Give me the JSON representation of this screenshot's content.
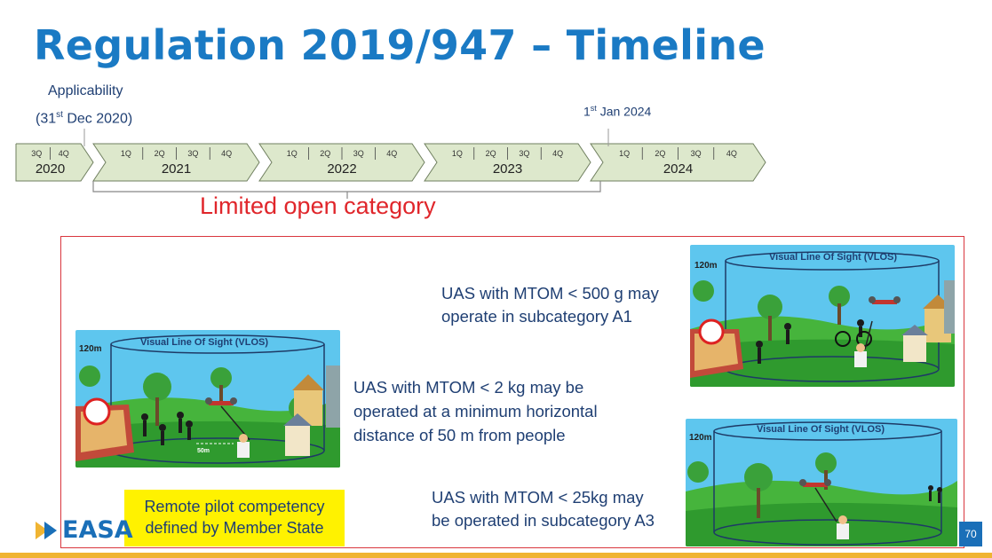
{
  "title": "Regulation 2019/947 – Timeline",
  "annotations": {
    "applicability_line1": "Applicability",
    "applicability_line2_pre": "(31",
    "applicability_line2_sup": "st",
    "applicability_line2_post": " Dec 2020)",
    "jan2024_pre": "1",
    "jan2024_sup": "st",
    "jan2024_post": " Jan 2024"
  },
  "timeline": {
    "years": [
      {
        "label": "2020",
        "quarters": [
          "3Q",
          "4Q"
        ]
      },
      {
        "label": "2021",
        "quarters": [
          "1Q",
          "2Q",
          "3Q",
          "4Q"
        ]
      },
      {
        "label": "2022",
        "quarters": [
          "1Q",
          "2Q",
          "3Q",
          "4Q"
        ]
      },
      {
        "label": "2023",
        "quarters": [
          "1Q",
          "2Q",
          "3Q",
          "4Q"
        ]
      },
      {
        "label": "2024",
        "quarters": [
          "1Q",
          "2Q",
          "3Q",
          "4Q"
        ]
      }
    ],
    "colors": {
      "arrow_fill": "#dde8cc",
      "arrow_stroke": "#6f7f5f"
    }
  },
  "limited_label": "Limited open category",
  "texts": {
    "a1": [
      "UAS with MTOM < 500 g may",
      "operate in subcategory A1"
    ],
    "a2": [
      "UAS with MTOM < 2 kg may be",
      "operated at a minimum horizontal",
      "distance of 50 m from people"
    ],
    "a3": [
      "UAS with MTOM < 25kg may",
      "be operated in subcategory A3"
    ]
  },
  "scenes": {
    "vlos_label": "Visual Line Of Sight (VLOS)",
    "height_label": "120m",
    "a2_distance_label": "50m"
  },
  "yellow_note": [
    "Remote pilot competency",
    "defined by Member State"
  ],
  "logo_text": "EASA",
  "page_number": "70",
  "colors": {
    "title": "#1a7ac4",
    "body_text": "#1f3f73",
    "accent_red": "#e0262b",
    "note_yellow": "#fff200",
    "brand_blue": "#1a6fb8"
  }
}
